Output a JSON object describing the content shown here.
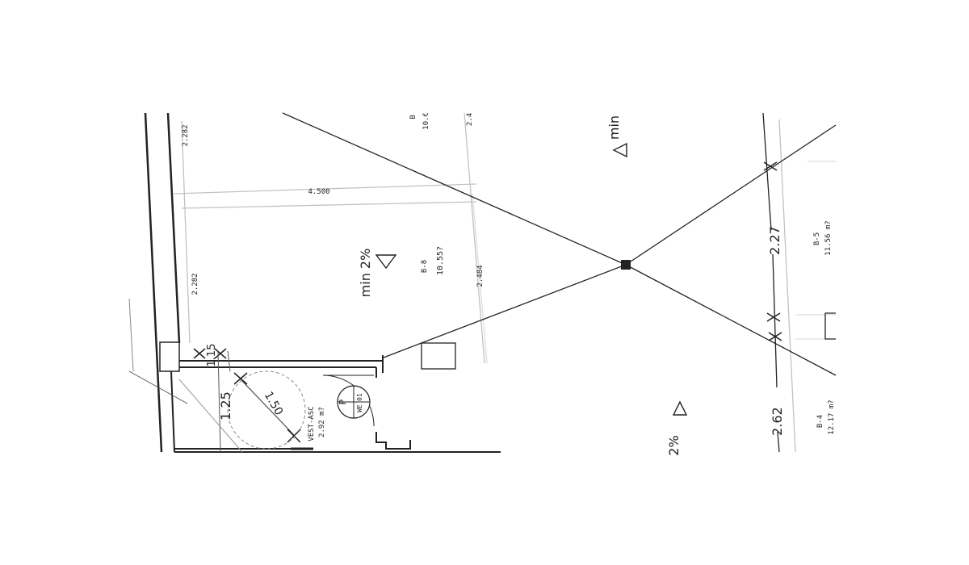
{
  "plan": {
    "dims": {
      "top_left": "2.282",
      "top_span": "4.500",
      "mid_left": "2.282",
      "vertical_mid": "2.484",
      "top_cut": "2.4",
      "right_upper": "2.27",
      "right_lower": "2.62",
      "small_top": "1.15",
      "small_side": "1.25",
      "circle_diameter": "1.50"
    },
    "slopes": {
      "center": "min 2%",
      "upper_right": "min",
      "lower_right": "2%"
    },
    "rooms": {
      "b8_code": "B-8",
      "b8_area": "10.55?",
      "b_top_code": "B",
      "b_top_area": "10.€",
      "b5_code": "B-5",
      "b5_area": "11.56 m?",
      "b4_code": "B-4",
      "b4_area": "12.17 m?",
      "vest_code": "VEST-ASC",
      "vest_area": "2.92 m?"
    },
    "symbols": {
      "parking_letter": "P",
      "wc_code": "WE",
      "wc_number": "01"
    }
  }
}
